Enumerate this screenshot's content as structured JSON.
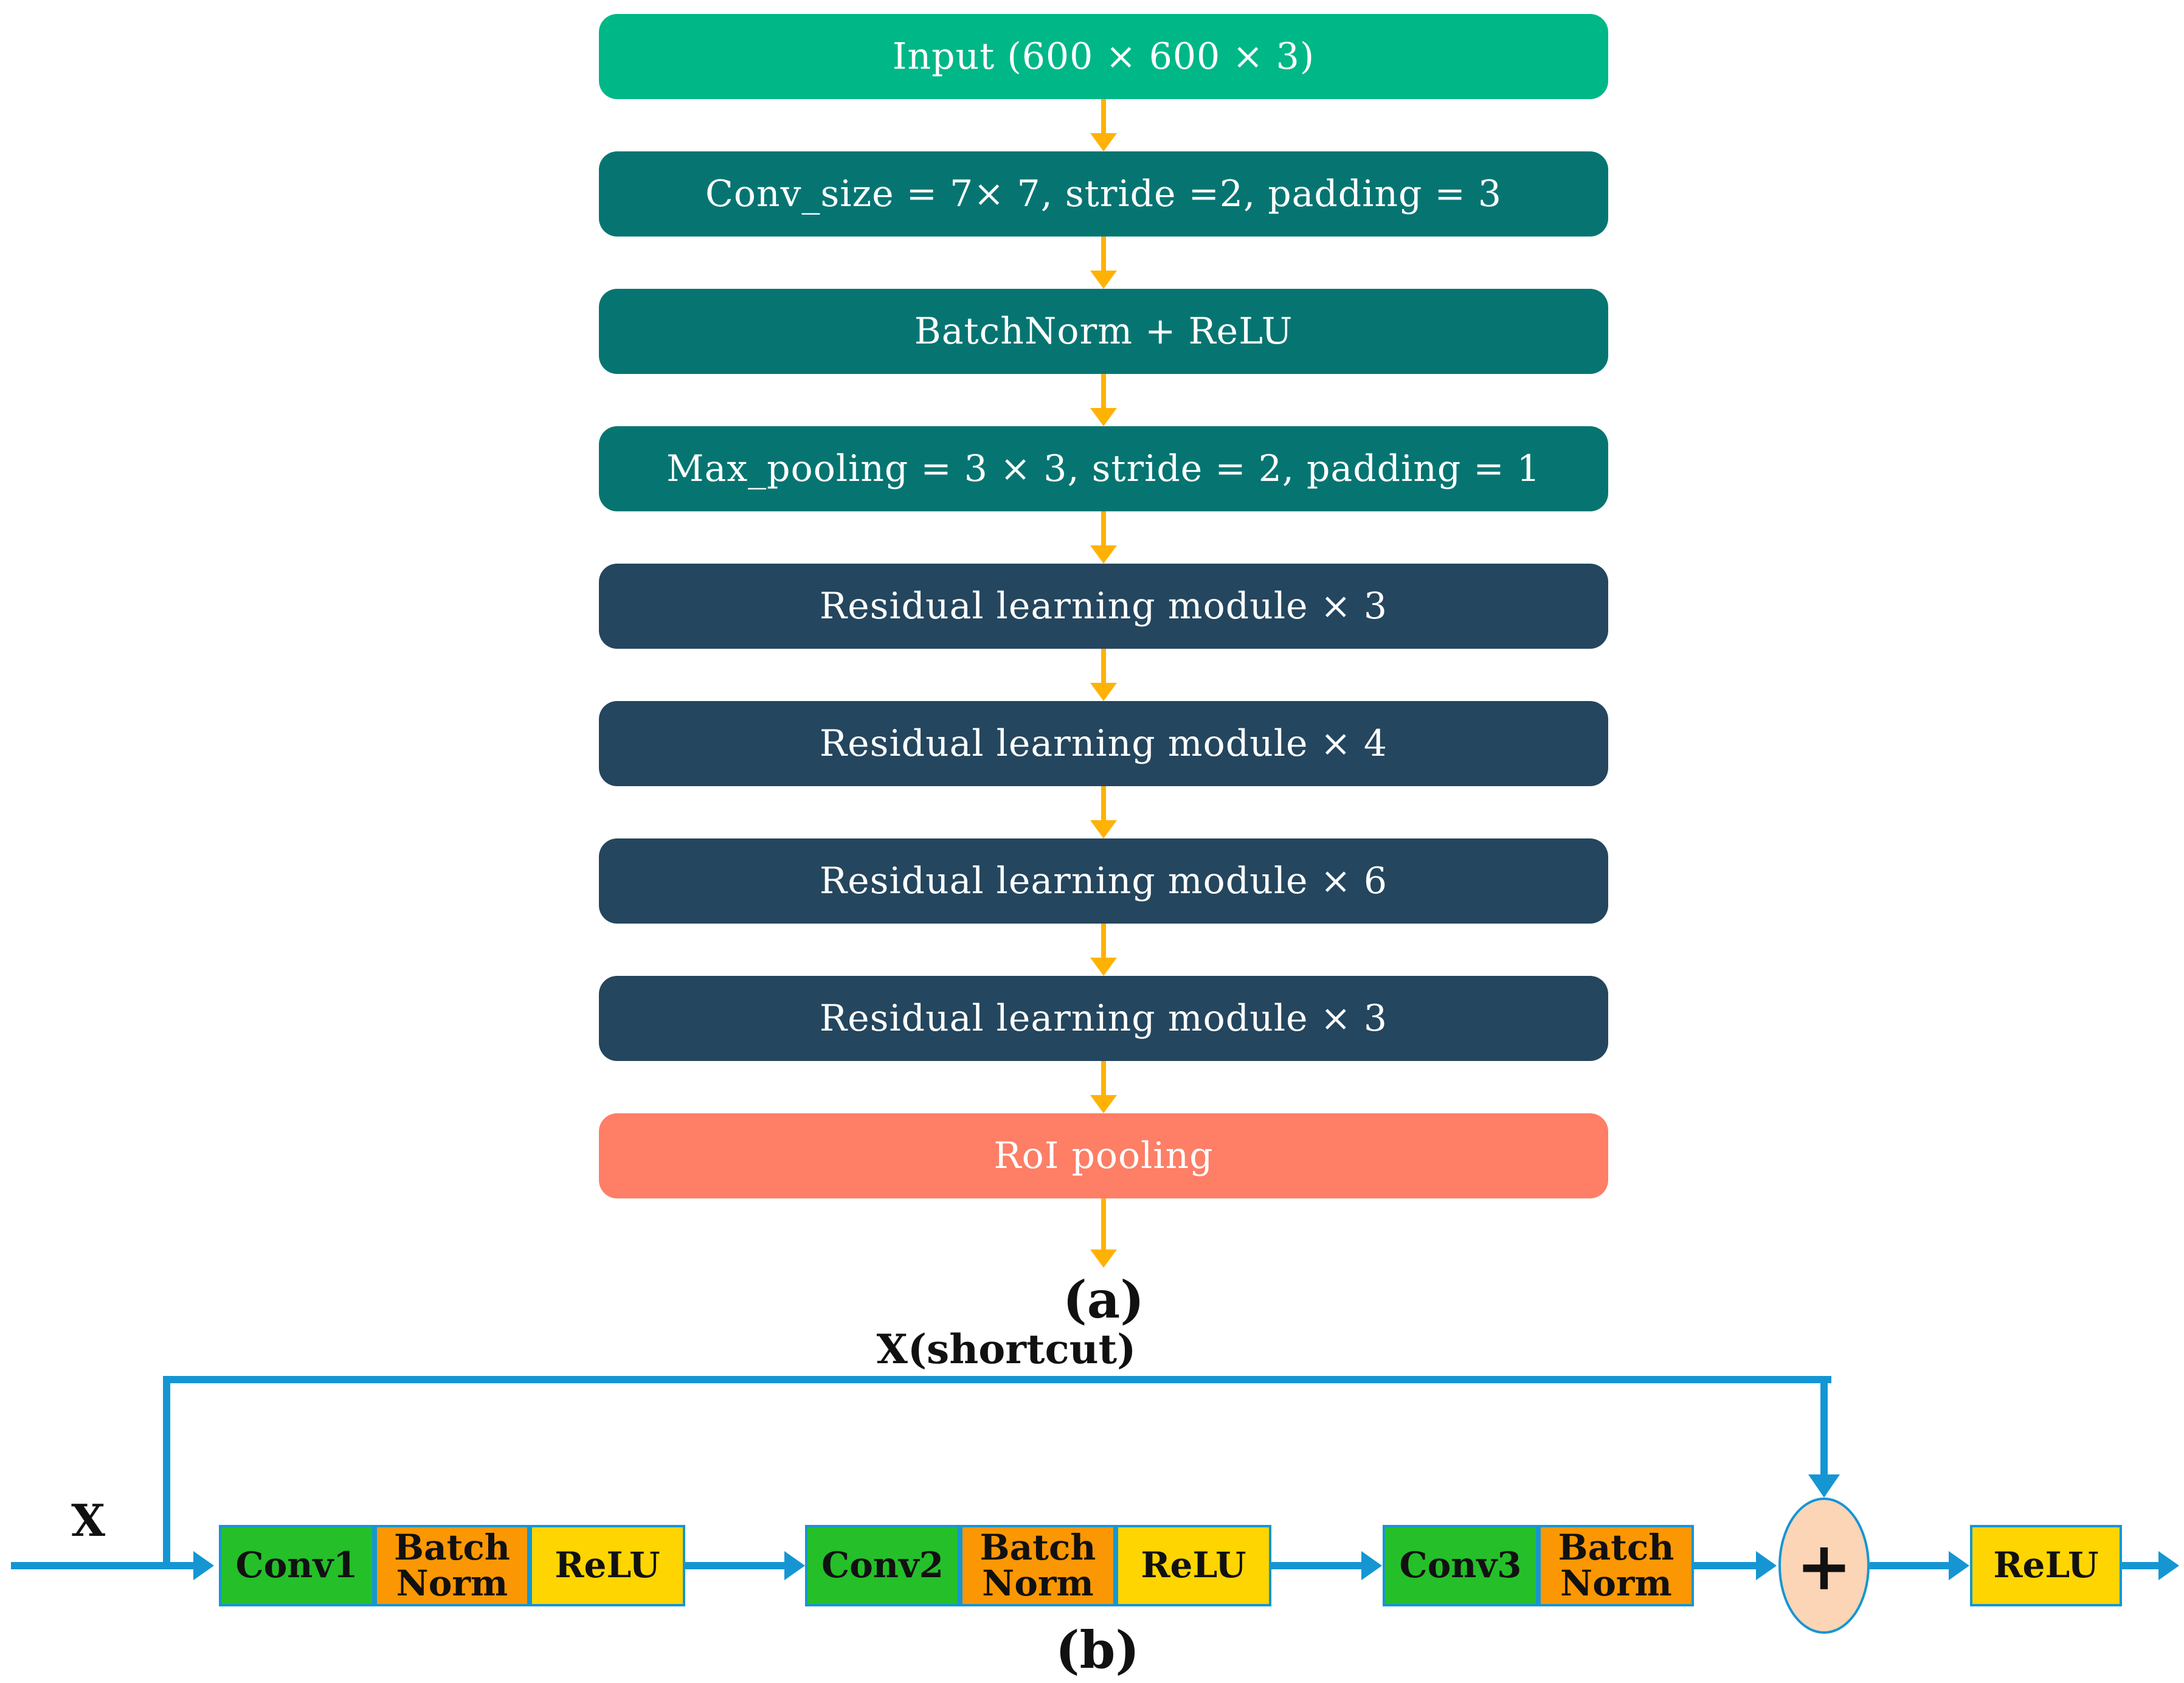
{
  "colors": {
    "amber": "#ffb205",
    "blue": "#1596d3",
    "ink": "#111111"
  },
  "figure": {
    "part_a": {
      "caption": "(a)",
      "boxes": [
        {
          "label": "Input (600 × 600 × 3)",
          "color": "#00b787"
        },
        {
          "label": "Conv_size = 7× 7, stride =2, padding = 3",
          "color": "#067572"
        },
        {
          "label": "BatchNorm + ReLU",
          "color": "#067572"
        },
        {
          "label": "Max_pooling = 3 × 3, stride = 2, padding = 1",
          "color": "#067572"
        },
        {
          "label": "Residual learning module × 3",
          "color": "#24465e"
        },
        {
          "label": "Residual learning module × 4",
          "color": "#24465e"
        },
        {
          "label": "Residual learning module  × 6",
          "color": "#24465e"
        },
        {
          "label": "Residual learning module × 3",
          "color": "#24465e"
        },
        {
          "label": "RoI pooling",
          "color": "#fe7e66"
        }
      ]
    },
    "part_b": {
      "caption": "(b)",
      "input_label": "X",
      "shortcut_label": "X(shortcut)",
      "sum_label": "+",
      "sum_fill": "#fbd5b5",
      "cells": [
        {
          "label": "Conv1",
          "color": "#25bf2a"
        },
        {
          "label": "Batch Norm",
          "color": "#fb9703"
        },
        {
          "label": "ReLU",
          "color": "#fed500"
        },
        {
          "label": "Conv2",
          "color": "#25bf2a"
        },
        {
          "label": "Batch Norm",
          "color": "#fb9703"
        },
        {
          "label": "ReLU",
          "color": "#fed500"
        },
        {
          "label": "Conv3",
          "color": "#25bf2a"
        },
        {
          "label": "Batch Norm",
          "color": "#fb9703"
        }
      ],
      "final_relu": {
        "label": "ReLU",
        "color": "#fed500"
      }
    }
  }
}
